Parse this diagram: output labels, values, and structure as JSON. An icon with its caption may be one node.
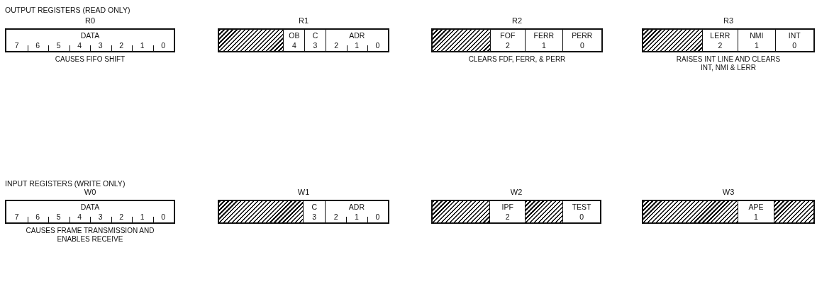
{
  "diagram": {
    "nodes": [
      {
        "text": [
          "R0"
        ],
        "beside": [
          "CAUSES FIFO SHIFT"
        ]
      },
      {
        "text": [
          "DATA",
          "7",
          "6",
          "5",
          "4",
          "3",
          "2",
          "1",
          "0"
        ],
        "in": 0
      },
      {
        "text": [
          "R1"
        ]
      },
      {
        "text": [],
        "shape": "box",
        "in": 2
      },
      {
        "text": [
          "OB",
          "4"
        ],
        "in": 2
      },
      {
        "text": [
          "C",
          "3"
        ],
        "in": 2
      },
      {
        "text": [
          "ADR",
          "2",
          "1",
          "0"
        ],
        "in": 2
      },
      {
        "text": [
          "R2"
        ],
        "beside": [
          "CLEARS FDF, FERR, & PERR"
        ]
      },
      {
        "text": [],
        "shape": "box",
        "in": 7
      },
      {
        "text": [
          "FOF",
          "2"
        ],
        "in": 7
      },
      {
        "text": [
          "FERR",
          "1"
        ],
        "in": 7
      },
      {
        "text": [
          "PERR",
          "0"
        ],
        "in": 7
      },
      {
        "text": [
          "R3"
        ],
        "beside": [
          "RAISES INT LINE AND CLEARS INT, NMI & LERR"
        ]
      },
      {
        "text": [],
        "shape": "box",
        "in": 12
      },
      {
        "text": [
          "LERR",
          "2"
        ],
        "in": 12
      },
      {
        "text": [
          "NMI",
          "1"
        ],
        "in": 12
      },
      {
        "text": [
          "INT",
          "0"
        ],
        "in": 12
      },
      {
        "text": [
          "W0"
        ],
        "beside": [
          "CAUSES FRAME TRANSMISSION AND ENABLES RECEIVE"
        ]
      },
      {
        "text": [
          "DATA",
          "7",
          "6",
          "5",
          "4",
          "3",
          "2",
          "1",
          "0"
        ],
        "in": 17
      },
      {
        "text": [
          "W1"
        ]
      },
      {
        "text": [],
        "shape": "box",
        "in": 19
      },
      {
        "text": [
          "C",
          "3"
        ],
        "in": 19
      },
      {
        "text": [
          "ADR",
          "2",
          "1",
          "0"
        ],
        "in": 19
      },
      {
        "text": [
          "W2"
        ]
      },
      {
        "text": [],
        "shape": "box",
        "in": 23
      },
      {
        "text": [
          "IPF",
          "2"
        ],
        "in": 23
      },
      {
        "text": [],
        "shape": "box",
        "in": 23
      },
      {
        "text": [
          "TEST",
          "0"
        ],
        "in": 23
      },
      {
        "text": [
          "W3"
        ]
      },
      {
        "text": [],
        "shape": "box",
        "in": 28
      },
      {
        "text": [
          "APE",
          "1"
        ],
        "in": 28
      },
      {
        "text": [],
        "shape": "box",
        "in": 28
      }
    ],
    "edges": [],
    "labels": [
      "OUTPUT REGISTERS (READ ONLY)",
      "INPUT REGISTERS (WRITE ONLY)"
    ]
  }
}
